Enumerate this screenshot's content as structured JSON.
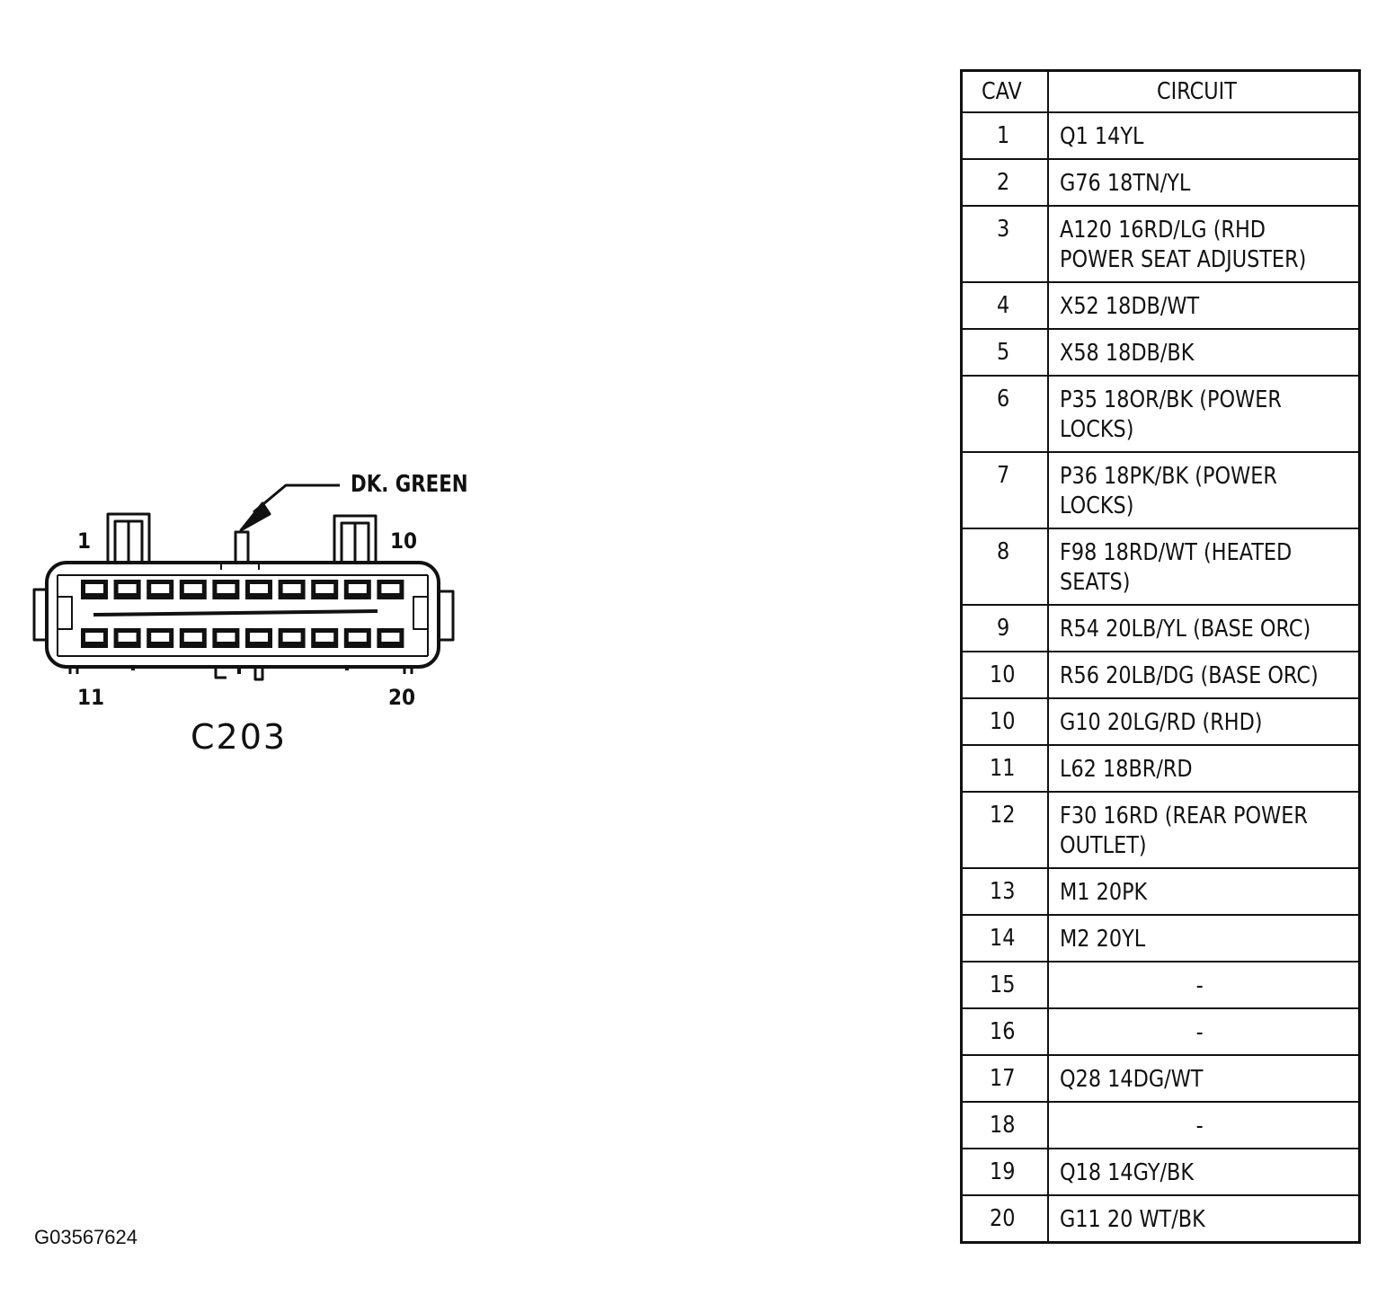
{
  "connector": {
    "name": "C203",
    "callout": "DK. GREEN",
    "pin_labels": {
      "top_left": "1",
      "top_right": "10",
      "bottom_left": "11",
      "bottom_right": "20"
    }
  },
  "table": {
    "headers": {
      "cav": "CAV",
      "circuit": "CIRCUIT"
    },
    "rows": [
      {
        "cav": "1",
        "circuit": "Q1 14YL"
      },
      {
        "cav": "2",
        "circuit": "G76 18TN/YL"
      },
      {
        "cav": "3",
        "circuit": "A120 16RD/LG (RHD",
        "circuit_line2": "POWER SEAT ADJUSTER)"
      },
      {
        "cav": "4",
        "circuit": "X52 18DB/WT"
      },
      {
        "cav": "5",
        "circuit": "X58 18DB/BK"
      },
      {
        "cav": "6",
        "circuit": "P35 18OR/BK (POWER",
        "circuit_line2": "LOCKS)"
      },
      {
        "cav": "7",
        "circuit": "P36 18PK/BK (POWER",
        "circuit_line2": "LOCKS)"
      },
      {
        "cav": "8",
        "circuit": "F98 18RD/WT (HEATED",
        "circuit_line2": "SEATS)"
      },
      {
        "cav": "9",
        "circuit": "R54 20LB/YL (BASE ORC)"
      },
      {
        "cav": "10",
        "circuit": "R56 20LB/DG (BASE ORC)"
      },
      {
        "cav": "10",
        "circuit": "G10 20LG/RD (RHD)"
      },
      {
        "cav": "11",
        "circuit": "L62 18BR/RD"
      },
      {
        "cav": "12",
        "circuit": "F30 16RD (REAR POWER",
        "circuit_line2": "OUTLET)"
      },
      {
        "cav": "13",
        "circuit": "M1 20PK"
      },
      {
        "cav": "14",
        "circuit": "M2 20YL"
      },
      {
        "cav": "15",
        "circuit": "-"
      },
      {
        "cav": "16",
        "circuit": "-"
      },
      {
        "cav": "17",
        "circuit": "Q28 14DG/WT"
      },
      {
        "cav": "18",
        "circuit": "-"
      },
      {
        "cav": "19",
        "circuit": "Q18 14GY/BK"
      },
      {
        "cav": "20",
        "circuit": "G11 20 WT/BK"
      }
    ]
  },
  "figure_id": "G03567624"
}
